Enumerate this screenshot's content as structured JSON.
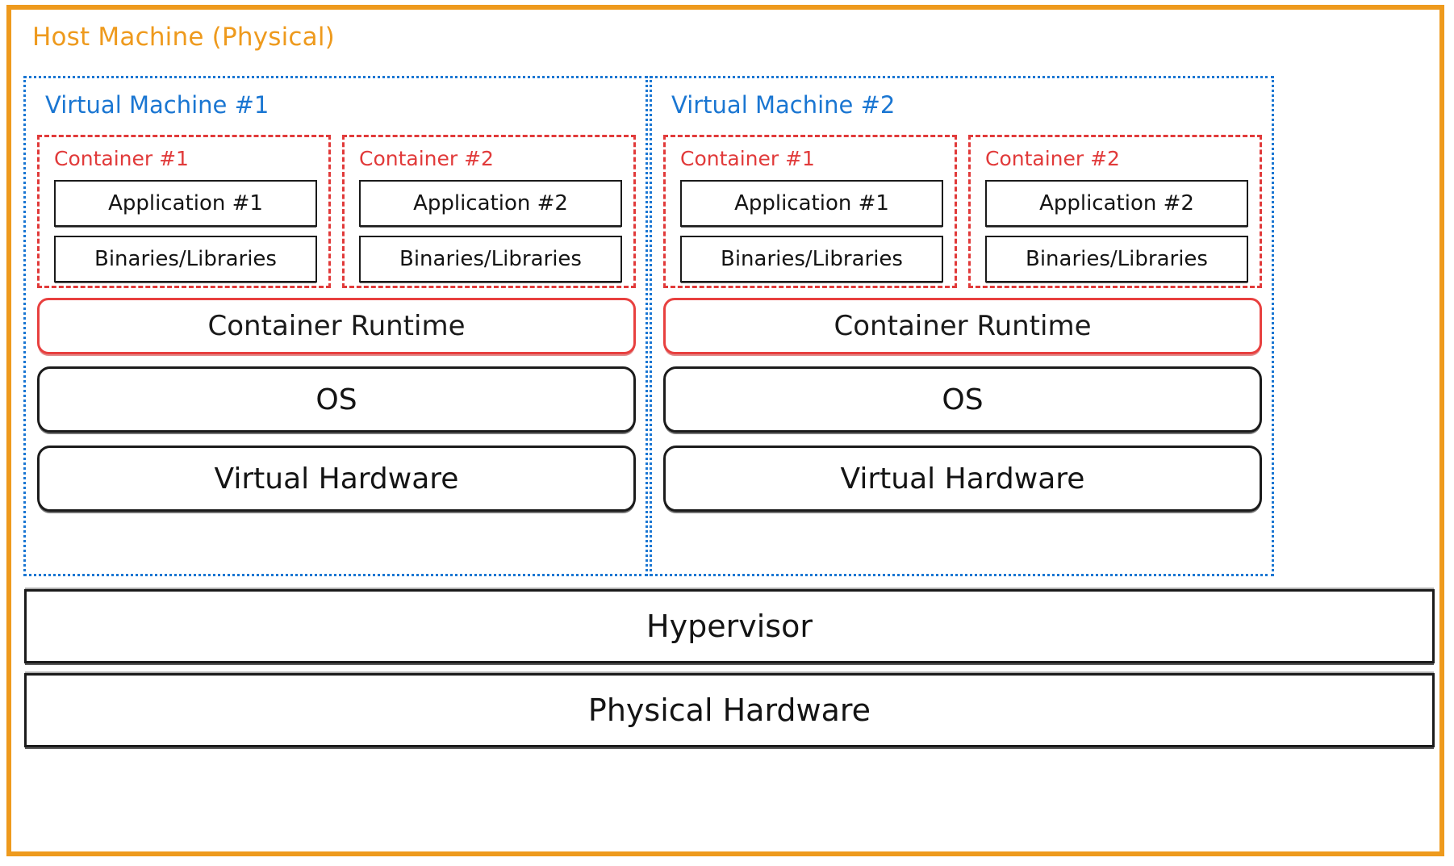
{
  "colors": {
    "host_border": "#EE9A1D",
    "host_title": "#EE9A1D",
    "vm_border": "#1a76D2",
    "vm_title": "#1a76D2",
    "container_border": "#E13A3A",
    "container_title": "#E13A3A",
    "runtime_border": "#E8403F",
    "box_border": "#1b1b1b",
    "text": "#141414",
    "background": "#ffffff"
  },
  "host": {
    "title": "Host Machine (Physical)"
  },
  "vms": [
    {
      "title": "Virtual Machine #1",
      "containers": [
        {
          "title": "Container #1",
          "application": "Application #1",
          "libraries": "Binaries/Libraries"
        },
        {
          "title": "Container #2",
          "application": "Application #2",
          "libraries": "Binaries/Libraries"
        }
      ],
      "runtime": "Container Runtime",
      "os": "OS",
      "virtual_hardware": "Virtual Hardware"
    },
    {
      "title": "Virtual Machine #2",
      "containers": [
        {
          "title": "Container #1",
          "application": "Application #1",
          "libraries": "Binaries/Libraries"
        },
        {
          "title": "Container #2",
          "application": "Application #2",
          "libraries": "Binaries/Libraries"
        }
      ],
      "runtime": "Container Runtime",
      "os": "OS",
      "virtual_hardware": "Virtual Hardware"
    }
  ],
  "base_layers": {
    "hypervisor": "Hypervisor",
    "physical_hardware": "Physical Hardware"
  }
}
